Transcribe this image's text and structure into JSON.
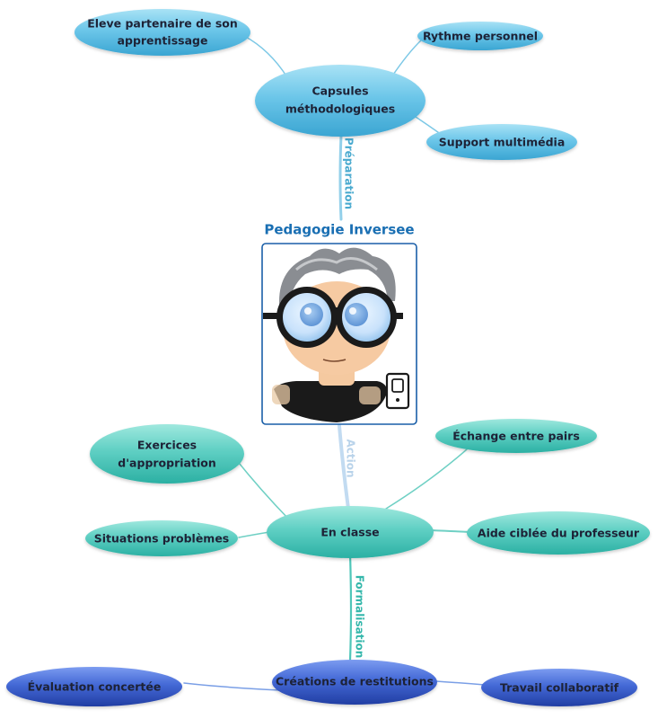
{
  "colors": {
    "blue_top": "#8fd5ef",
    "blue_bottom": "#39a6d3",
    "teal_top": "#8ee2d8",
    "teal_bottom": "#2bb3a6",
    "navy_top": "#6f91e8",
    "navy_bottom": "#2142a8",
    "title_color": "#1a6fb3",
    "frame_border": "#1a5fa8"
  },
  "central": {
    "title": "Pedagogie Inversee",
    "image_icon": "cartoon-teacher-with-glasses"
  },
  "branches": {
    "top": {
      "label": "Préparation",
      "node_lines": [
        "Capsules",
        "méthodologiques"
      ],
      "children": [
        {
          "lines": [
            "Eleve partenaire de son",
            "apprentissage"
          ]
        },
        {
          "lines": [
            "Rythme personnel"
          ]
        },
        {
          "lines": [
            "Support multimédia"
          ]
        }
      ]
    },
    "middle": {
      "label": "Action",
      "node_lines": [
        "En classe"
      ],
      "children": [
        {
          "lines": [
            "Exercices",
            "d'appropriation"
          ]
        },
        {
          "lines": [
            "Situations problèmes"
          ]
        },
        {
          "lines": [
            "Échange entre pairs"
          ]
        },
        {
          "lines": [
            "Aide ciblée du professeur"
          ]
        }
      ]
    },
    "bottom": {
      "label": "Formalisation",
      "node_lines": [
        "Créations de restitutions"
      ],
      "children": [
        {
          "lines": [
            "Évaluation concertée"
          ]
        },
        {
          "lines": [
            "Travail collaboratif"
          ]
        }
      ]
    }
  }
}
